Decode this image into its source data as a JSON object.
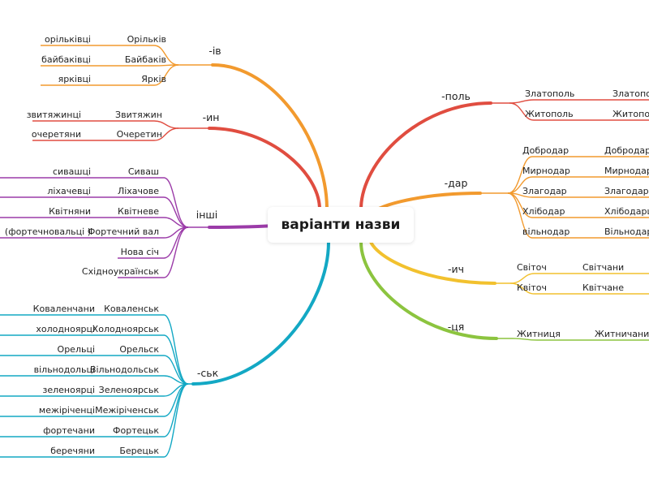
{
  "root": {
    "label": "варіанти назви"
  },
  "colors": {
    "iv": "#f29a2e",
    "yn": "#e04d40",
    "inshi": "#9b3ba8",
    "sk": "#13a8c4",
    "pol": "#e04d40",
    "dar": "#f29a2e",
    "ych": "#f2c12e",
    "tsia": "#8cc43f"
  },
  "branches": {
    "iv": {
      "label": "-ів",
      "items": [
        {
          "name": "Орільків",
          "variant": "орільківці"
        },
        {
          "name": "Байбаків",
          "variant": "байбаківці"
        },
        {
          "name": "Ярків",
          "variant": "ярківці"
        }
      ]
    },
    "yn": {
      "label": "-ин",
      "items": [
        {
          "name": "Звитяжин",
          "variant": "звитяжинці"
        },
        {
          "name": "Очеретин",
          "variant": "очеретяни"
        }
      ]
    },
    "inshi": {
      "label": "інші",
      "items": [
        {
          "name": "Сиваш",
          "variant": "сивашці"
        },
        {
          "name": "Ліхачове",
          "variant": "ліхачевці"
        },
        {
          "name": "Квітневе",
          "variant": "Квітняни"
        },
        {
          "name": "Фортечний вал",
          "variant": "(фортечновальці )"
        },
        {
          "name": "Нова січ",
          "variant": ""
        },
        {
          "name": "Східноукраїнськ",
          "variant": ""
        }
      ]
    },
    "sk": {
      "label": "-ськ",
      "items": [
        {
          "name": "Коваленськ",
          "variant": "Коваленчани"
        },
        {
          "name": "Холодноярськ",
          "variant": "холодноярці"
        },
        {
          "name": "Орельск",
          "variant": "Орельці"
        },
        {
          "name": "Вільнодольськ",
          "variant": "вільнодольці"
        },
        {
          "name": "Зеленоярськ",
          "variant": "зеленоярці"
        },
        {
          "name": "Межіріченськ",
          "variant": "межіріченці"
        },
        {
          "name": "Фортецьк",
          "variant": "фортечани"
        },
        {
          "name": "Берецьк",
          "variant": "беречяни"
        }
      ]
    },
    "pol": {
      "label": "-поль",
      "items": [
        {
          "name": "Златополь",
          "variant": "Златополь"
        },
        {
          "name": "Житополь",
          "variant": "Житопольці"
        }
      ]
    },
    "dar": {
      "label": "-дар",
      "items": [
        {
          "name": "Добродар",
          "variant": "Добродарці"
        },
        {
          "name": "Мирнодар",
          "variant": "Мирнодарці"
        },
        {
          "name": "Злагодар",
          "variant": "Злагодарці"
        },
        {
          "name": "Хлібодар",
          "variant": "Хлібодарці"
        },
        {
          "name": "вільнодар",
          "variant": "Вільнодарці"
        }
      ]
    },
    "ych": {
      "label": "-ич",
      "items": [
        {
          "name": "Світоч",
          "variant": "Світчани"
        },
        {
          "name": "Квіточ",
          "variant": "Квітчане"
        }
      ]
    },
    "tsia": {
      "label": "-ця",
      "items": [
        {
          "name": "Житниця",
          "variant": "Житничани"
        }
      ]
    }
  }
}
